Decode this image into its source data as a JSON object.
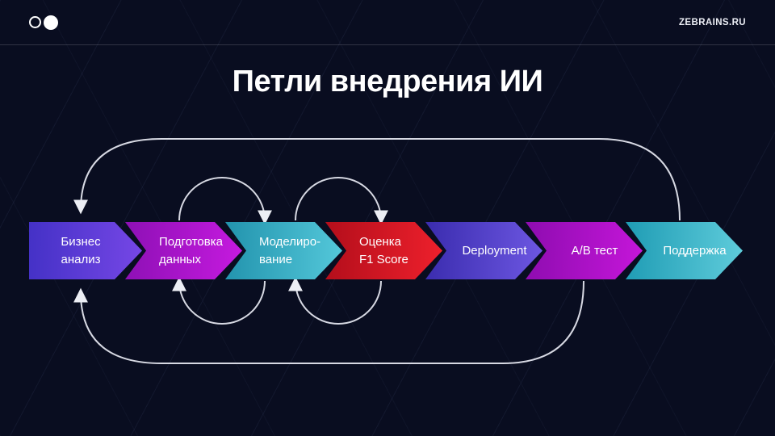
{
  "header": {
    "site": "ZEBRAINS.RU"
  },
  "slide": {
    "title": "Петли внедрения ИИ"
  },
  "pipeline": {
    "stages": [
      {
        "id": "business-analysis",
        "lines": [
          "Бизнес анализ"
        ],
        "color_from": "#4431c6",
        "color_to": "#7647e6"
      },
      {
        "id": "data-preparation",
        "lines": [
          "Подготовка",
          "данных"
        ],
        "color_from": "#8d10b5",
        "color_to": "#c61adf"
      },
      {
        "id": "modeling",
        "lines": [
          "Моделиро-",
          "вание"
        ],
        "color_from": "#2293ad",
        "color_to": "#54c8da"
      },
      {
        "id": "f1-evaluation",
        "lines": [
          "Оценка",
          "F1 Score"
        ],
        "color_from": "#b30e1b",
        "color_to": "#ee202c"
      },
      {
        "id": "deployment",
        "lines": [
          "Deployment"
        ],
        "color_from": "#3a2cae",
        "color_to": "#6d57e2"
      },
      {
        "id": "ab-test",
        "lines": [
          "A/B тест"
        ],
        "color_from": "#8e0cb0",
        "color_to": "#c516d9"
      },
      {
        "id": "support",
        "lines": [
          "Поддержка"
        ],
        "color_from": "#1f9cb4",
        "color_to": "#5fccdb"
      }
    ]
  },
  "loops": {
    "stroke_color": "#d7d9e3",
    "arrowhead_color": "#eceef4",
    "small": [
      {
        "between": "Подготовка данных ↔ Моделирование"
      },
      {
        "between": "Моделирование ↔ Оценка F1 Score"
      }
    ],
    "outer": [
      {
        "from": "Поддержка",
        "to": "Бизнес анализ",
        "side": "top"
      },
      {
        "from": "A/B тест",
        "to": "Бизнес анализ",
        "side": "bottom"
      }
    ]
  }
}
